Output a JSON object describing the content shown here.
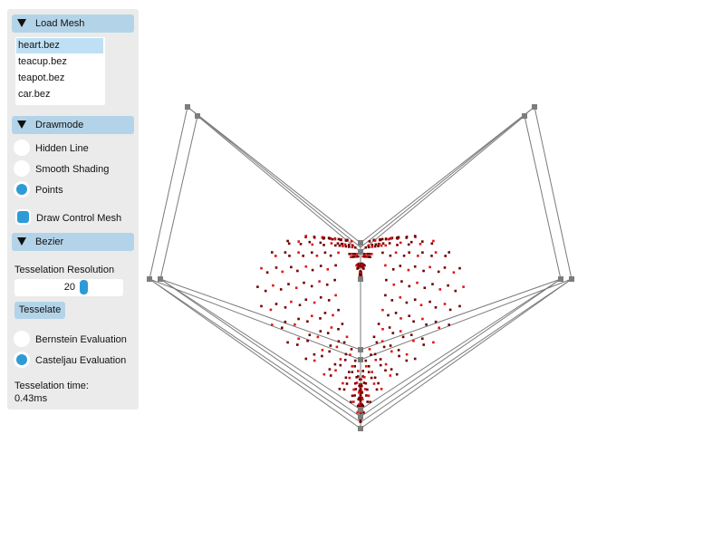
{
  "panel": {
    "load_mesh": {
      "header": "Load Mesh",
      "files": [
        "heart.bez",
        "teacup.bez",
        "teapot.bez",
        "car.bez"
      ],
      "selected_index": 0
    },
    "drawmode": {
      "header": "Drawmode",
      "options": [
        "Hidden Line",
        "Smooth Shading",
        "Points"
      ],
      "selected": "Points",
      "control_mesh_label": "Draw Control Mesh",
      "control_mesh_checked": true
    },
    "bezier": {
      "header": "Bezier",
      "resolution_label": "Tesselation Resolution",
      "resolution_value": "20",
      "tesselate_label": "Tesselate",
      "evaluation_options": [
        "Bernstein Evaluation",
        "Casteljau Evaluation"
      ],
      "evaluation_selected": "Casteljau Evaluation",
      "time_label": "Tesselation time:",
      "time_value": "0.43ms"
    }
  },
  "colors": {
    "panel_bg": "#ebebeb",
    "header_bg": "#b3d4e8",
    "accent": "#2d9bd6",
    "selected_item": "#bfe0f4",
    "control_mesh": "#7a7a7a",
    "points_dark": "#6e0000",
    "points_bright": "#e01414"
  }
}
